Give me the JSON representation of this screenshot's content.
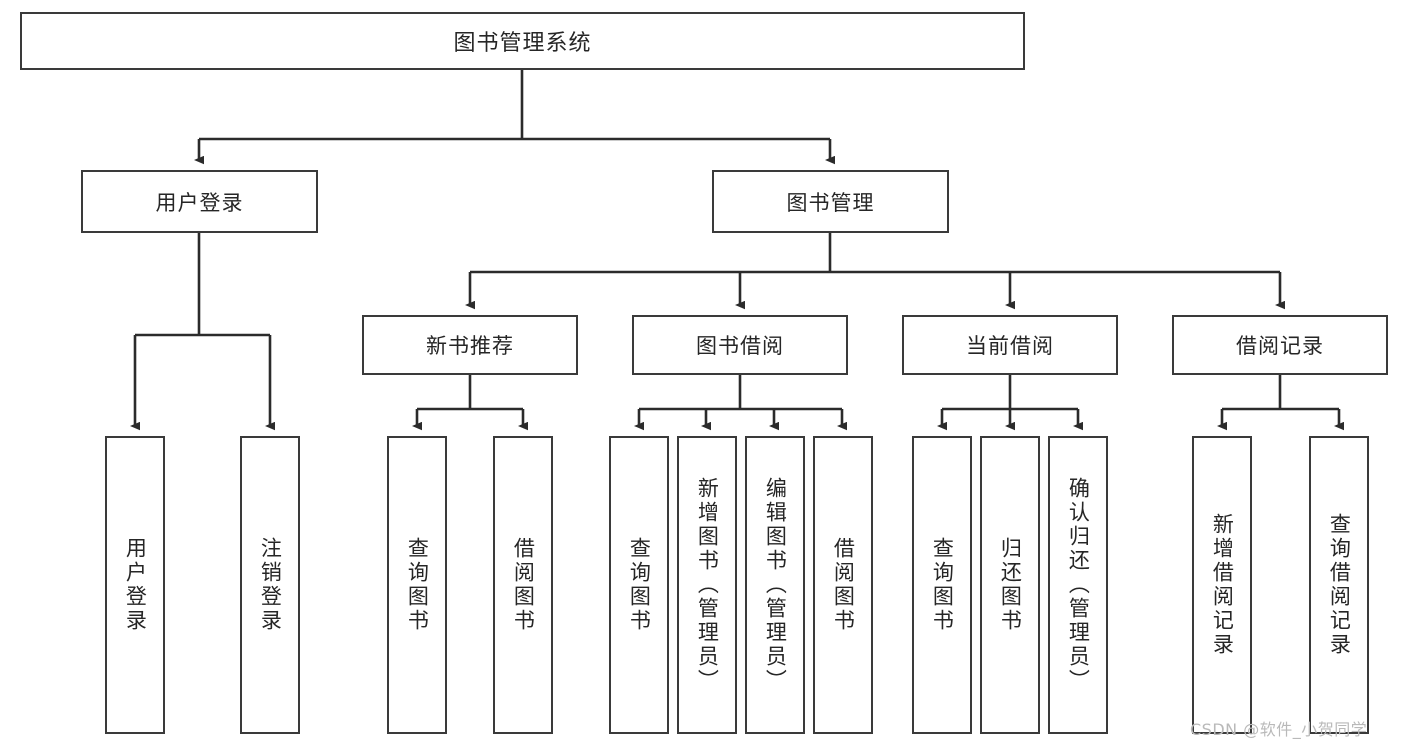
{
  "diagram": {
    "title": "图书管理系统",
    "type": "hierarchy-tree",
    "colors": {
      "background": "#ffffff",
      "box_border": "#3a3a3a",
      "box_fill": "#ffffff",
      "text": "#262626",
      "connector": "#2b2b2b",
      "watermark": "#b9b9b9"
    },
    "root": {
      "label": "图书管理系统"
    },
    "level2": [
      {
        "label": "用户登录"
      },
      {
        "label": "图书管理"
      }
    ],
    "level3": [
      {
        "label": "新书推荐"
      },
      {
        "label": "图书借阅"
      },
      {
        "label": "当前借阅"
      },
      {
        "label": "借阅记录"
      }
    ],
    "leaves": {
      "user_login": [
        {
          "label": "用户登录"
        },
        {
          "label": "注销登录"
        }
      ],
      "new_book": [
        {
          "label": "查询图书"
        },
        {
          "label": "借阅图书"
        }
      ],
      "book_borrow": [
        {
          "label": "查询图书"
        },
        {
          "label": "新增图书（管理员）"
        },
        {
          "label": "编辑图书（管理员）"
        },
        {
          "label": "借阅图书"
        }
      ],
      "current_borrow": [
        {
          "label": "查询图书"
        },
        {
          "label": "归还图书"
        },
        {
          "label": "确认归还（管理员）"
        }
      ],
      "borrow_record": [
        {
          "label": "新增借阅记录"
        },
        {
          "label": "查询借阅记录"
        }
      ]
    }
  },
  "watermark": {
    "text": "CSDN @软件_小贺同学"
  }
}
